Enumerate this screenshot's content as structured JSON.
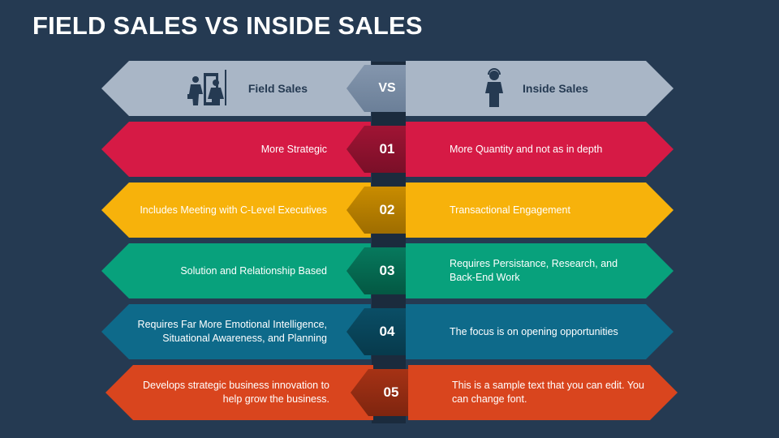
{
  "title": "FIELD SALES VS INSIDE SALES",
  "header": {
    "left_label": "Field Sales",
    "center_label": "VS",
    "right_label": "Inside Sales",
    "left_icon": "field-sales-people-icon",
    "right_icon": "inside-sales-person-icon"
  },
  "rows": [
    {
      "number": "01",
      "left": "More Strategic",
      "right": "More Quantity and not as in depth",
      "color": "#d61a45"
    },
    {
      "number": "02",
      "left": "Includes Meeting with C-Level Executives",
      "right": "Transactional Engagement",
      "color": "#f7b20b"
    },
    {
      "number": "03",
      "left": "Solution and Relationship Based",
      "right": "Requires Persistance, Research, and Back-End Work",
      "color": "#08a17c"
    },
    {
      "number": "04",
      "left": "Requires Far More Emotional Intelligence, Situational Awareness, and Planning",
      "right": "The focus is on opening opportunities",
      "color": "#0e6a8a"
    },
    {
      "number": "05",
      "left": "Develops strategic business innovation to help grow the business.",
      "right": "This is a sample text that you can edit. You can change font.",
      "color": "#d9451e"
    }
  ]
}
